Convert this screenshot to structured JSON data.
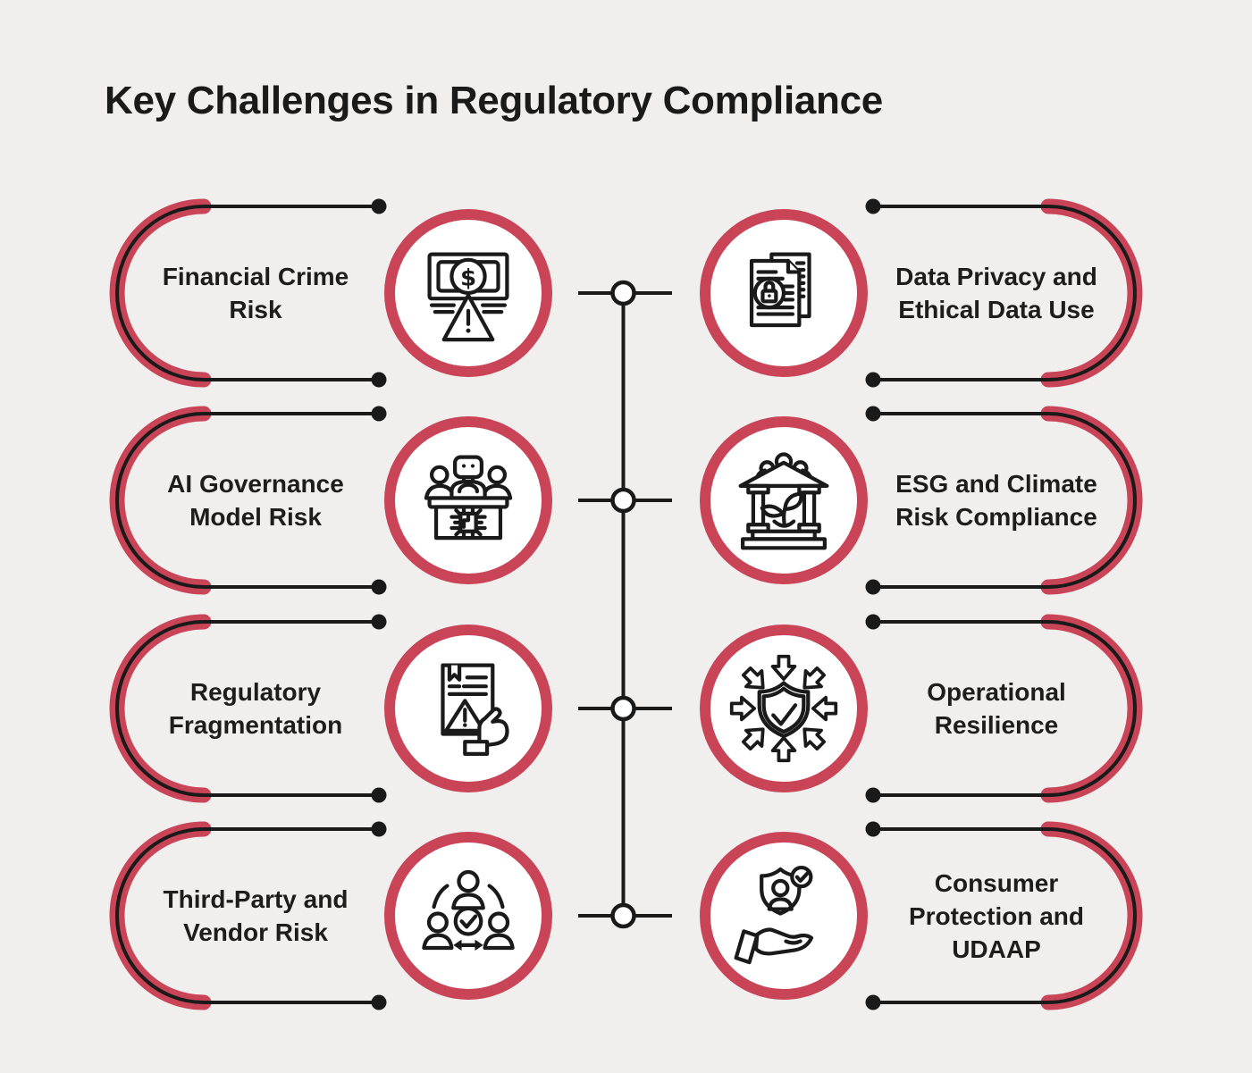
{
  "title": "Key Challenges in Regulatory Compliance",
  "colors": {
    "accent": "#c94456",
    "line": "#1a1a1a",
    "background": "#f0efed"
  },
  "glyphs": {
    "dollar": "$"
  },
  "items": [
    {
      "label": "Financial Crime\nRisk",
      "icon": "money-warning"
    },
    {
      "label": "AI Governance\nModel Risk",
      "icon": "ai-governance"
    },
    {
      "label": "Regulatory\nFragmentation",
      "icon": "document-warning"
    },
    {
      "label": "Third-Party and\nVendor Risk",
      "icon": "third-party-network"
    },
    {
      "label": "Data Privacy and\nEthical Data Use",
      "icon": "documents-lock"
    },
    {
      "label": "ESG and Climate\nRisk Compliance",
      "icon": "bank-sustainability"
    },
    {
      "label": "Operational\nResilience",
      "icon": "shield-arrows"
    },
    {
      "label": "Consumer\nProtection and\nUDAAP",
      "icon": "hand-shield"
    }
  ]
}
